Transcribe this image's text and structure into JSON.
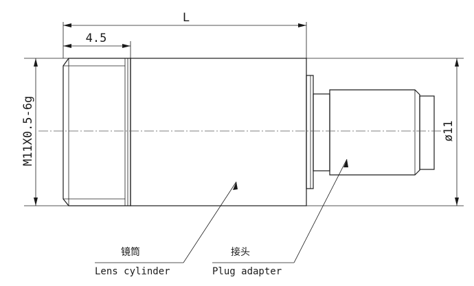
{
  "dimensions": {
    "overall_length": "L",
    "thread_length": "4.5",
    "thread_spec": "M11X0.5-6g",
    "diameter": "ø11"
  },
  "callouts": {
    "lens_cylinder": {
      "zh": "镜筒",
      "en": "Lens cylinder"
    },
    "plug_adapter": {
      "zh": "接头",
      "en": "Plug adapter"
    }
  }
}
